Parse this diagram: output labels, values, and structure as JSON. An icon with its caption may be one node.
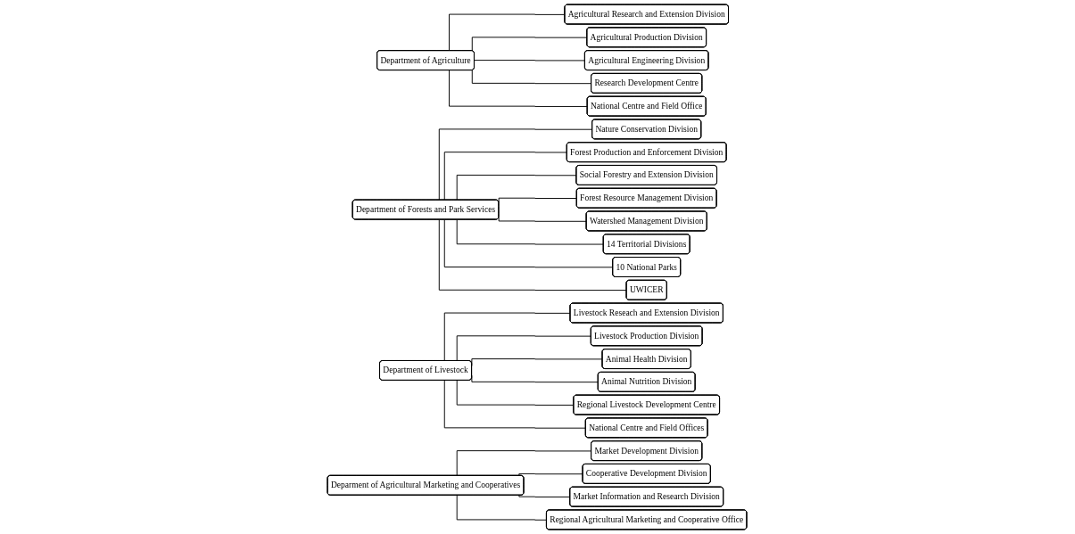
{
  "diagram": {
    "nodes": [
      {
        "text": [
          "Department of Agriculture"
        ]
      },
      {
        "text": [
          "Agricultural Research and Extension Division"
        ]
      },
      {
        "text": [
          "Agricultural Production Division"
        ]
      },
      {
        "text": [
          "Agricultural Engineering Division"
        ]
      },
      {
        "text": [
          "Research Development Centre"
        ]
      },
      {
        "text": [
          "National Centre and Field Office"
        ]
      },
      {
        "text": [
          "Department of Forests and Park Services"
        ]
      },
      {
        "text": [
          "Nature Conservation Division"
        ]
      },
      {
        "text": [
          "Forest Production and Enforcement Division"
        ]
      },
      {
        "text": [
          "Social Forestry and Extension Division"
        ]
      },
      {
        "text": [
          "Forest Resource Management Division"
        ]
      },
      {
        "text": [
          "Watershed Management Division"
        ]
      },
      {
        "text": [
          "14 Territorial Divisions"
        ]
      },
      {
        "text": [
          "10 National Parks"
        ]
      },
      {
        "text": [
          "UWICER"
        ]
      },
      {
        "text": [
          "Department of Livestock"
        ]
      },
      {
        "text": [
          "Livestock Reseach and Extension Division"
        ]
      },
      {
        "text": [
          "Livestock Production Division"
        ]
      },
      {
        "text": [
          "Animal Health Division"
        ]
      },
      {
        "text": [
          "Animal Nutrition Division"
        ]
      },
      {
        "text": [
          "Regional Livestock Development Centre"
        ]
      },
      {
        "text": [
          "National Centre and Field Offices"
        ]
      },
      {
        "text": [
          "Deparment of Agricultural Marketing and Cooperatives"
        ]
      },
      {
        "text": [
          "Market Development Division"
        ]
      },
      {
        "text": [
          "Cooperative Development Division"
        ]
      },
      {
        "text": [
          "Market Information and Research Division"
        ]
      },
      {
        "text": [
          "Regional Agricultural Marketing and Cooperative Office"
        ]
      }
    ],
    "edges": [
      {
        "from": 0,
        "to": 1,
        "arrow": "none"
      },
      {
        "from": 0,
        "to": 2,
        "arrow": "none"
      },
      {
        "from": 0,
        "to": 3,
        "arrow": "none"
      },
      {
        "from": 0,
        "to": 4,
        "arrow": "none"
      },
      {
        "from": 0,
        "to": 5,
        "arrow": "none"
      },
      {
        "from": 6,
        "to": 7,
        "arrow": "none"
      },
      {
        "from": 6,
        "to": 8,
        "arrow": "none"
      },
      {
        "from": 6,
        "to": 9,
        "arrow": "none"
      },
      {
        "from": 6,
        "to": 10,
        "arrow": "none"
      },
      {
        "from": 6,
        "to": 11,
        "arrow": "none"
      },
      {
        "from": 6,
        "to": 12,
        "arrow": "none"
      },
      {
        "from": 6,
        "to": 13,
        "arrow": "none"
      },
      {
        "from": 6,
        "to": 14,
        "arrow": "none"
      },
      {
        "from": 15,
        "to": 16,
        "arrow": "none"
      },
      {
        "from": 15,
        "to": 17,
        "arrow": "none"
      },
      {
        "from": 15,
        "to": 18,
        "arrow": "none"
      },
      {
        "from": 15,
        "to": 19,
        "arrow": "none"
      },
      {
        "from": 15,
        "to": 20,
        "arrow": "none"
      },
      {
        "from": 15,
        "to": 21,
        "arrow": "none"
      },
      {
        "from": 22,
        "to": 23,
        "arrow": "none"
      },
      {
        "from": 22,
        "to": 24,
        "arrow": "none"
      },
      {
        "from": 22,
        "to": 25,
        "arrow": "none"
      },
      {
        "from": 22,
        "to": 26,
        "arrow": "none"
      }
    ]
  }
}
